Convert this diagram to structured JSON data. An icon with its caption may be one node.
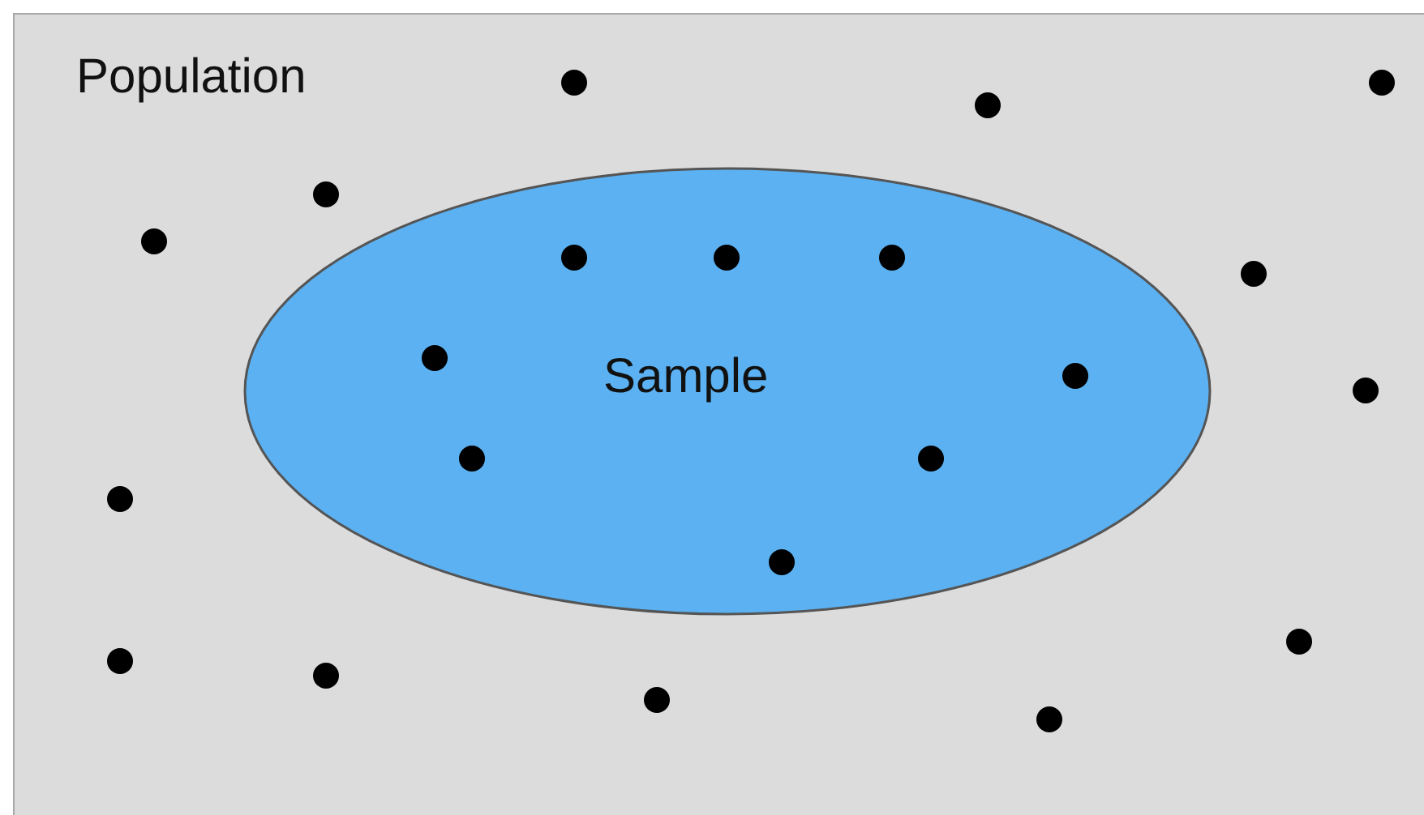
{
  "diagram": {
    "nodes": [
      {
        "text": [
          "Population"
        ]
      },
      {
        "text": [
          "Sample"
        ],
        "in": 0
      },
      {
        "text": [],
        "shape": "circle",
        "in": 0
      },
      {
        "text": [],
        "shape": "circle",
        "in": 0
      },
      {
        "text": [],
        "shape": "circle",
        "in": 0
      },
      {
        "text": [],
        "shape": "circle",
        "in": 0
      },
      {
        "text": [],
        "shape": "circle",
        "in": 0
      },
      {
        "text": [],
        "shape": "circle",
        "in": 1
      },
      {
        "text": [],
        "shape": "circle",
        "in": 1
      },
      {
        "text": [],
        "shape": "circle",
        "in": 1
      },
      {
        "text": [],
        "shape": "circle",
        "in": 0
      },
      {
        "text": [],
        "shape": "circle",
        "in": 1
      },
      {
        "text": [],
        "shape": "circle",
        "in": 1
      },
      {
        "text": [],
        "shape": "circle",
        "in": 0
      },
      {
        "text": [],
        "shape": "circle",
        "in": 1
      },
      {
        "text": [],
        "shape": "circle",
        "in": 1
      },
      {
        "text": [],
        "shape": "circle",
        "in": 0
      },
      {
        "text": [],
        "shape": "circle",
        "in": 1
      },
      {
        "text": [],
        "shape": "circle",
        "in": 0
      },
      {
        "text": [],
        "shape": "circle",
        "in": 0
      },
      {
        "text": [],
        "shape": "circle",
        "in": 0
      },
      {
        "text": [],
        "shape": "circle",
        "in": 0
      },
      {
        "text": [],
        "shape": "circle",
        "in": 0
      }
    ],
    "edges": []
  }
}
